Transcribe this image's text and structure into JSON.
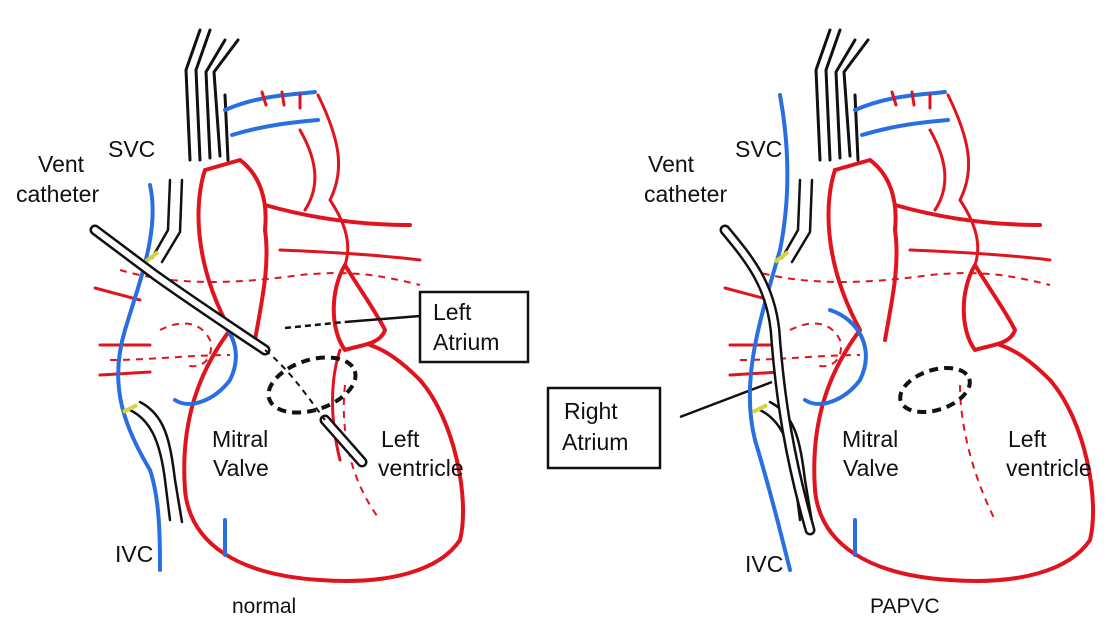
{
  "panels": [
    {
      "caption": "normal",
      "labels": {
        "svc": "SVC",
        "vent_line1": "Vent",
        "vent_line2": "catheter",
        "mitral_line1": "Mitral",
        "mitral_line2": "Valve",
        "lv_line1": "Left",
        "lv_line2": "ventricle",
        "ivc": "IVC"
      }
    },
    {
      "caption": "PAPVC",
      "labels": {
        "svc": "SVC",
        "vent_line1": "Vent",
        "vent_line2": "catheter",
        "mitral_line1": "Mitral",
        "mitral_line2": "Valve",
        "lv_line1": "Left",
        "lv_line2": "ventricle",
        "ivc": "IVC"
      }
    }
  ],
  "callouts": {
    "left_atrium_line1": "Left",
    "left_atrium_line2": "Atrium",
    "right_atrium_line1": "Right",
    "right_atrium_line2": "Atrium"
  },
  "colors": {
    "artery_red": "#e0141e",
    "vein_blue": "#2a6fe0",
    "catheter_black": "#111111",
    "clip_yellow": "#d8d23a"
  }
}
